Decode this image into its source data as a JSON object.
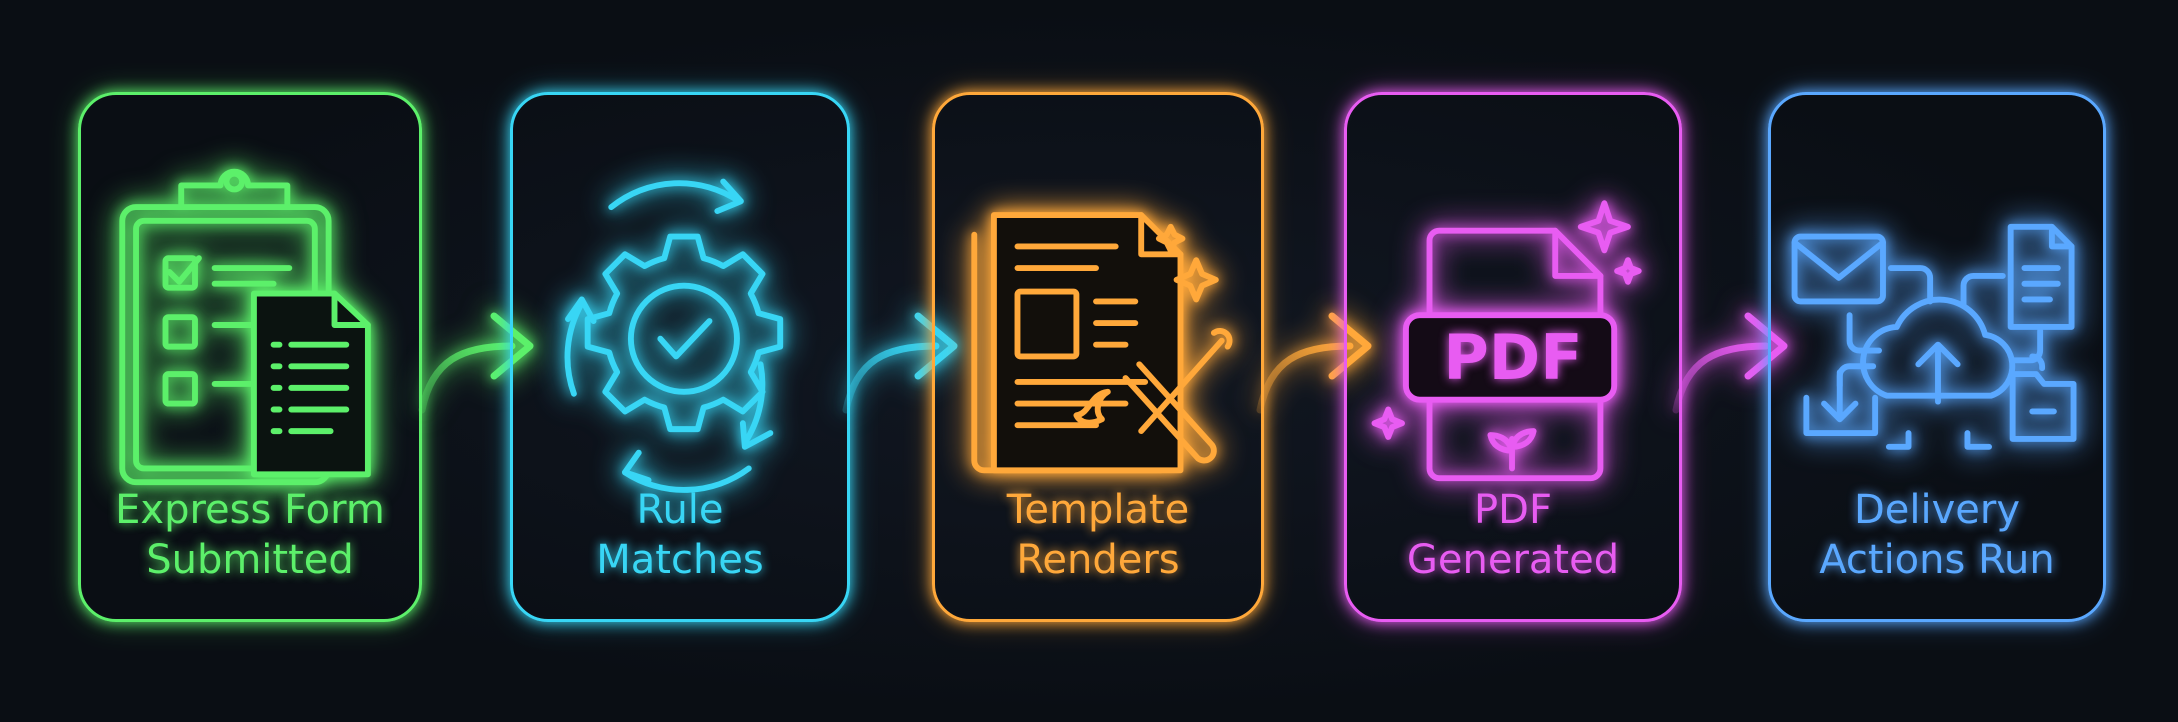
{
  "colors": {
    "green": "#5cf06a",
    "cyan": "#38d6f5",
    "orange": "#ffa83a",
    "magenta": "#e85cf2",
    "blue": "#5aa8ff"
  },
  "steps": [
    {
      "line1": "Express Form",
      "line2": "Submitted",
      "icon": "clipboard-checklist-icon"
    },
    {
      "line1": "Rule",
      "line2": "Matches",
      "icon": "gear-check-icon"
    },
    {
      "line1": "Template",
      "line2": "Renders",
      "icon": "document-paintbrush-icon"
    },
    {
      "line1": "PDF",
      "line2": "Generated",
      "icon": "pdf-file-icon"
    },
    {
      "line1": "Delivery",
      "line2": "Actions Run",
      "icon": "cloud-delivery-icon"
    }
  ],
  "pdf_badge": "PDF"
}
